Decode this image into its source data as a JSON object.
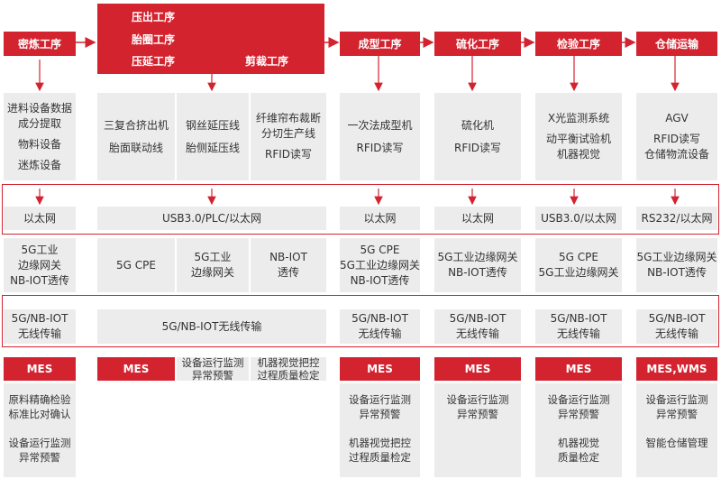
{
  "stages": {
    "mixing": "密炼工序",
    "extrude": "压出工序",
    "bead": "胎圈工序",
    "calender": "压延工序",
    "cutting": "剪裁工序",
    "forming": "成型工序",
    "curing": "硫化工序",
    "inspection": "检验工序",
    "warehouse": "仓储运输"
  },
  "equipment": {
    "col1": [
      "进料设备数据",
      "成分提取",
      "物料设备",
      "迷炼设备"
    ],
    "col2": [
      "三复合挤出机",
      "胎面联动线"
    ],
    "col3": [
      "钢丝延压线",
      "胎侧延压线"
    ],
    "col4": [
      "纤维帘布裁断",
      "分切生产线",
      "RFID读写"
    ],
    "col5": [
      "一次法成型机",
      "RFID读写"
    ],
    "col6": [
      "硫化机",
      "RFID读写"
    ],
    "col7": [
      "X光监测系统",
      "动平衡试验机",
      "机器视觉"
    ],
    "col8": [
      "AGV",
      "RFID读写",
      "仓储物流设备"
    ]
  },
  "wired": {
    "col1": "以太网",
    "col234": "USB3.0/PLC/以太网",
    "col5": "以太网",
    "col6": "以太网",
    "col7": "USB3.0/以太网",
    "col8": "RS232/以太网"
  },
  "edge": {
    "col1": [
      "5G工业",
      "边缘网关",
      "NB-IOT透传"
    ],
    "col2": [
      "5G CPE"
    ],
    "col3": [
      "5G工业",
      "边缘网关"
    ],
    "col4": [
      "NB-IOT",
      "透传"
    ],
    "col5": [
      "5G CPE",
      "5G工业边缘网关",
      "NB-IOT透传"
    ],
    "col6": [
      "5G工业边缘网关",
      "NB-IOT透传"
    ],
    "col7": [
      "5G CPE",
      "5G工业边缘网关"
    ],
    "col8": [
      "5G工业边缘网关",
      "NB-IOT透传"
    ]
  },
  "wireless": {
    "col1": [
      "5G/NB-IOT",
      "无线传输"
    ],
    "col234": [
      "5G/NB-IOT无线传输"
    ],
    "col5": [
      "5G/NB-IOT",
      "无线传输"
    ],
    "col6": [
      "5G/NB-IOT",
      "无线传输"
    ],
    "col7": [
      "5G/NB-IOT",
      "无线传输"
    ],
    "col8": [
      "5G/NB-IOT",
      "无线传输"
    ]
  },
  "mes": {
    "col1": "MES",
    "col2": "MES",
    "col3": [
      "设备运行监测",
      "异常预警"
    ],
    "col4": [
      "机器视觉把控",
      "过程质量检定"
    ],
    "col5": "MES",
    "col6": "MES",
    "col7": "MES",
    "col8": "MES,WMS"
  },
  "functions": {
    "col1": [
      "原料精确检验",
      "标准比对确认",
      "",
      "设备运行监测",
      "异常预警"
    ],
    "col5": [
      "设备运行监测",
      "异常预警",
      "",
      "机器视觉把控",
      "过程质量检定"
    ],
    "col6": [
      "设备运行监测",
      "异常预警"
    ],
    "col7": [
      "设备运行监测",
      "异常预警",
      "",
      "机器视觉",
      "质量检定"
    ],
    "col8": [
      "设备运行监测",
      "异常预警",
      "",
      "智能仓储管理"
    ]
  },
  "colors": {
    "accent": "#d3232f",
    "panel": "#ececec",
    "text": "#333333"
  }
}
